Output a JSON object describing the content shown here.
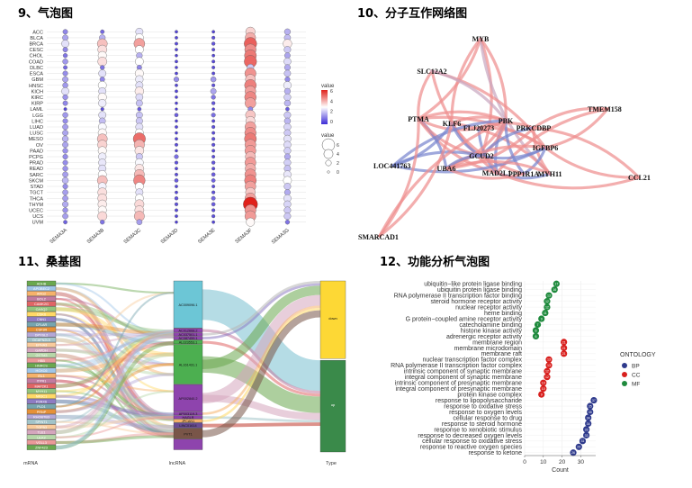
{
  "panels": {
    "p9": {
      "title": "9、气泡图"
    },
    "p10": {
      "title": "10、分子互作网络图"
    },
    "p11": {
      "title": "11、桑基图"
    },
    "p12": {
      "title": "12、功能分析气泡图"
    }
  },
  "colors": {
    "low": "#3c2bd6",
    "mid": "#ffffff",
    "high": "#e0211b",
    "sankey_top": "#fdd835",
    "sankey_bottom": "#3a8a4a",
    "lnc": "#6cc6d6"
  },
  "chart_data": [
    {
      "type": "scatter",
      "name_key": "bubble",
      "y_categories": [
        "ACC",
        "BLCA",
        "BRCA",
        "CESC",
        "CHOL",
        "COAD",
        "DLBC",
        "ESCA",
        "GBM",
        "HNSC",
        "KICH",
        "KIRC",
        "KIRP",
        "LAML",
        "LGG",
        "LIHC",
        "LUAD",
        "LUSC",
        "MESO",
        "OV",
        "PAAD",
        "PCPG",
        "PRAD",
        "READ",
        "SARC",
        "SKCM",
        "STAD",
        "TGCT",
        "THCA",
        "THYM",
        "UCEC",
        "UCS",
        "UVM"
      ],
      "x_categories": [
        "SEMA3A",
        "SEMA3B",
        "SEMA3C",
        "SEMA3D",
        "SEMA3E",
        "SEMA3F",
        "SEMA3G"
      ],
      "color_legend": {
        "title": "value",
        "ticks": [
          "6",
          "4",
          "2",
          "0"
        ]
      },
      "size_legend": {
        "title": "value",
        "ticks": [
          "6",
          "4",
          "2",
          "0"
        ]
      },
      "color_range": [
        0,
        7
      ],
      "values": [
        [
          1.5,
          1.0,
          3.0,
          0.4,
          0.4,
          4.2,
          2.2
        ],
        [
          2.0,
          2.2,
          3.5,
          0.4,
          0.6,
          4.8,
          2.4
        ],
        [
          3.0,
          4.5,
          5.0,
          0.5,
          0.7,
          6.0,
          3.8
        ],
        [
          1.5,
          4.0,
          3.5,
          0.4,
          0.5,
          5.3,
          2.6
        ],
        [
          1.2,
          3.6,
          2.2,
          0.3,
          0.4,
          5.6,
          2.0
        ],
        [
          1.8,
          4.0,
          3.5,
          0.4,
          0.5,
          5.9,
          2.9
        ],
        [
          1.0,
          1.2,
          1.5,
          0.3,
          0.5,
          2.6,
          2.1
        ],
        [
          1.6,
          3.0,
          3.6,
          0.4,
          0.5,
          5.2,
          2.5
        ],
        [
          2.0,
          1.5,
          3.2,
          1.6,
          1.8,
          4.5,
          1.6
        ],
        [
          1.8,
          3.5,
          3.0,
          0.4,
          0.6,
          5.5,
          3.2
        ],
        [
          3.0,
          3.0,
          3.8,
          0.4,
          2.0,
          5.0,
          2.2
        ],
        [
          1.7,
          3.6,
          2.9,
          0.3,
          1.2,
          5.4,
          2.7
        ],
        [
          1.5,
          3.2,
          2.5,
          0.3,
          0.7,
          5.0,
          2.3
        ],
        [
          0.5,
          0.6,
          0.8,
          0.2,
          0.3,
          1.5,
          0.8
        ],
        [
          1.8,
          3.0,
          2.5,
          0.8,
          1.1,
          4.4,
          2.6
        ],
        [
          1.6,
          2.4,
          2.6,
          0.3,
          0.5,
          4.1,
          2.3
        ],
        [
          1.9,
          3.4,
          3.0,
          0.4,
          0.6,
          5.0,
          2.8
        ],
        [
          2.0,
          3.6,
          3.5,
          0.3,
          0.5,
          5.3,
          2.6
        ],
        [
          2.2,
          4.5,
          5.8,
          0.4,
          0.6,
          5.6,
          3.0
        ],
        [
          2.0,
          4.2,
          4.7,
          0.5,
          0.6,
          5.1,
          2.9
        ],
        [
          1.7,
          3.6,
          3.9,
          0.3,
          0.5,
          5.1,
          2.7
        ],
        [
          1.6,
          3.2,
          2.6,
          1.1,
          0.5,
          4.6,
          2.1
        ],
        [
          1.6,
          3.1,
          3.4,
          0.6,
          0.7,
          5.1,
          2.7
        ],
        [
          1.7,
          3.0,
          3.9,
          0.4,
          0.5,
          4.8,
          2.5
        ],
        [
          1.9,
          3.5,
          4.6,
          0.5,
          0.8,
          5.2,
          3.1
        ],
        [
          2.3,
          4.5,
          5.4,
          0.8,
          0.9,
          5.5,
          3.5
        ],
        [
          1.6,
          3.3,
          3.5,
          0.4,
          0.5,
          5.0,
          2.6
        ],
        [
          1.9,
          4.0,
          3.0,
          0.4,
          0.6,
          4.4,
          2.1
        ],
        [
          1.9,
          4.0,
          3.5,
          0.7,
          1.0,
          5.0,
          3.0
        ],
        [
          2.1,
          3.8,
          4.1,
          0.6,
          0.8,
          7.0,
          2.8
        ],
        [
          1.7,
          3.6,
          4.0,
          0.5,
          0.6,
          5.2,
          2.6
        ],
        [
          1.9,
          4.1,
          4.6,
          0.4,
          0.6,
          5.1,
          2.6
        ],
        [
          0.9,
          1.2,
          1.9,
          0.3,
          0.4,
          3.6,
          1.2
        ]
      ]
    },
    {
      "type": "network",
      "name_key": "network",
      "nodes": [
        "MYB",
        "SLC12A2",
        "TMEM158",
        "PTMA",
        "KLF6",
        "FLJ20273",
        "PBK",
        "PRKCDBP",
        "IGFBP6",
        "GCUD2",
        "MAD2L1",
        "PPP1R1A",
        "MYH11",
        "LOC441763",
        "UBA6",
        "CCL21",
        "SMARCAD1"
      ],
      "edges": [
        [
          "MYB",
          "PTMA",
          "high"
        ],
        [
          "MYB",
          "KLF6",
          "high"
        ],
        [
          "MYB",
          "GCUD2",
          "high"
        ],
        [
          "MYB",
          "MYH11",
          "mid"
        ],
        [
          "MYB",
          "PBK",
          "high"
        ],
        [
          "SLC12A2",
          "PTMA",
          "high"
        ],
        [
          "SLC12A2",
          "IGFBP6",
          "high"
        ],
        [
          "SLC12A2",
          "MAD2L1",
          "high"
        ],
        [
          "SLC12A2",
          "PBK",
          "mid"
        ],
        [
          "TMEM158",
          "PRKCDBP",
          "high"
        ],
        [
          "TMEM158",
          "IGFBP6",
          "high"
        ],
        [
          "TMEM158",
          "MAD2L1",
          "high"
        ],
        [
          "PTMA",
          "PBK",
          "high"
        ],
        [
          "PTMA",
          "FLJ20273",
          "high"
        ],
        [
          "PTMA",
          "IGFBP6",
          "high"
        ],
        [
          "PTMA",
          "MAD2L1",
          "high"
        ],
        [
          "PTMA",
          "UBA6",
          "low"
        ],
        [
          "PTMA",
          "GCUD2",
          "high"
        ],
        [
          "KLF6",
          "PBK",
          "high"
        ],
        [
          "KLF6",
          "PPP1R1A",
          "high"
        ],
        [
          "KLF6",
          "MYH11",
          "high"
        ],
        [
          "KLF6",
          "GCUD2",
          "low"
        ],
        [
          "FLJ20273",
          "IGFBP6",
          "high"
        ],
        [
          "FLJ20273",
          "MAD2L1",
          "low"
        ],
        [
          "FLJ20273",
          "PRKCDBP",
          "high"
        ],
        [
          "PBK",
          "MAD2L1",
          "low"
        ],
        [
          "PBK",
          "UBA6",
          "high"
        ],
        [
          "PBK",
          "PPP1R1A",
          "low"
        ],
        [
          "PBK",
          "GCUD2",
          "high"
        ],
        [
          "PRKCDBP",
          "GCUD2",
          "low"
        ],
        [
          "PRKCDBP",
          "UBA6",
          "high"
        ],
        [
          "PRKCDBP",
          "MYH11",
          "high"
        ],
        [
          "IGFBP6",
          "GCUD2",
          "low"
        ],
        [
          "IGFBP6",
          "UBA6",
          "high"
        ],
        [
          "IGFBP6",
          "PPP1R1A",
          "low"
        ],
        [
          "GCUD2",
          "UBA6",
          "low"
        ],
        [
          "GCUD2",
          "MAD2L1",
          "high"
        ],
        [
          "MAD2L1",
          "MYH11",
          "low"
        ],
        [
          "LOC441763",
          "PBK",
          "low"
        ],
        [
          "LOC441763",
          "IGFBP6",
          "low"
        ],
        [
          "LOC441763",
          "GCUD2",
          "low"
        ],
        [
          "LOC441763",
          "KLF6",
          "low"
        ],
        [
          "UBA6",
          "MYH11",
          "high"
        ],
        [
          "UBA6",
          "PPP1R1A",
          "high"
        ],
        [
          "CCL21",
          "IGFBP6",
          "high"
        ],
        [
          "CCL21",
          "PRKCDBP",
          "high"
        ],
        [
          "CCL21",
          "MAD2L1",
          "high"
        ],
        [
          "SMARCAD1",
          "KLF6",
          "high"
        ],
        [
          "SMARCAD1",
          "PBK",
          "high"
        ],
        [
          "SMARCAD1",
          "PTMA",
          "high"
        ]
      ]
    },
    {
      "type": "sankey",
      "name_key": "sankey",
      "axis_labels": [
        "mRNA",
        "lncRNA",
        "Type"
      ],
      "mrna": [
        "ADHB",
        "APOBEC2",
        "ARG2",
        "BOL2",
        "CAMK2G",
        "CASQ2",
        "CDK6",
        "CNN1",
        "CFLAR",
        "CSF3R",
        "DPYSL2",
        "DCAFN2L5",
        "EPHA3",
        "GAPDH",
        "GSTM3",
        "HBB",
        "HNRCS",
        "HOXC6",
        "ISL1",
        "ITPR1",
        "MAP2K1",
        "MYH11",
        "NR3C1",
        "P2RX6",
        "PLD1",
        "PRNP",
        "RHOBTB3",
        "SPINT1",
        "TGFB3",
        "TLE1",
        "ULK2",
        "VGLL3",
        "ZNF423"
      ],
      "lnc": [
        "AC009096.1",
        "AC012668.2",
        "AC037501.1",
        "AC087459.1",
        "AL023553.1",
        "AL161431.1",
        "AP002840.2",
        "AP003119.3",
        "HAGLR",
        "JPCAN1",
        "LINC01614",
        "PVT1"
      ],
      "lnc_weights": [
        13,
        1.2,
        1,
        1,
        1.2,
        11,
        7.5,
        1,
        1,
        1,
        1.5,
        3,
        3
      ],
      "types": [
        "down",
        "up"
      ],
      "type_weights": [
        33,
        39
      ],
      "flows_to_type": [
        [
          0,
          1,
          13
        ],
        [
          1,
          1,
          1.2
        ],
        [
          2,
          0,
          1
        ],
        [
          3,
          0,
          1
        ],
        [
          4,
          1,
          1.2
        ],
        [
          5,
          0,
          4
        ],
        [
          5,
          1,
          7
        ],
        [
          6,
          0,
          4.5
        ],
        [
          6,
          1,
          3
        ],
        [
          7,
          0,
          1
        ],
        [
          8,
          1,
          1
        ],
        [
          9,
          0,
          1
        ],
        [
          10,
          1,
          1.5
        ],
        [
          11,
          0,
          3
        ]
      ]
    },
    {
      "type": "scatter",
      "name_key": "enrichment",
      "xlabel": "Count",
      "x_ticks": [
        0,
        10,
        20,
        30
      ],
      "xlim": [
        0,
        38
      ],
      "ylabel": "",
      "legend": {
        "title": "ONTOLOGY",
        "items": [
          {
            "label": "BP",
            "color": "#2e3a8c"
          },
          {
            "label": "CC",
            "color": "#d8201e"
          },
          {
            "label": "MF",
            "color": "#1f8a3d"
          }
        ]
      },
      "terms": [
        {
          "label": "ubiquitin−like protein ligase binding",
          "count": 17,
          "ont": "MF"
        },
        {
          "label": "ubiquitin protein ligase binding",
          "count": 16,
          "ont": "MF"
        },
        {
          "label": "RNA polymerase II transcription factor binding",
          "count": 13,
          "ont": "MF"
        },
        {
          "label": "steroid hormone receptor activity",
          "count": 12,
          "ont": "MF"
        },
        {
          "label": "nuclear receptor activity",
          "count": 12,
          "ont": "MF"
        },
        {
          "label": "heme binding",
          "count": 11,
          "ont": "MF"
        },
        {
          "label": "G protein−coupled amine receptor activity",
          "count": 9,
          "ont": "MF"
        },
        {
          "label": "catecholamine binding",
          "count": 7,
          "ont": "MF"
        },
        {
          "label": "histone kinase activity",
          "count": 6,
          "ont": "MF"
        },
        {
          "label": "adrenergic receptor activity",
          "count": 6,
          "ont": "MF"
        },
        {
          "label": "membrane region",
          "count": 21,
          "ont": "CC"
        },
        {
          "label": "membrane microdomain",
          "count": 21,
          "ont": "CC"
        },
        {
          "label": "membrane raft",
          "count": 21,
          "ont": "CC"
        },
        {
          "label": "nuclear transcription factor complex",
          "count": 13,
          "ont": "CC"
        },
        {
          "label": "RNA polymerase II transcription factor complex",
          "count": 13,
          "ont": "CC"
        },
        {
          "label": "intrinsic component of synaptic membrane",
          "count": 12,
          "ont": "CC"
        },
        {
          "label": "integral component of synaptic membrane",
          "count": 12,
          "ont": "CC"
        },
        {
          "label": "intrinsic component of presynaptic membrane",
          "count": 10,
          "ont": "CC"
        },
        {
          "label": "integral component of presynaptic membrane",
          "count": 10,
          "ont": "CC"
        },
        {
          "label": "protein kinase complex",
          "count": 9,
          "ont": "CC"
        },
        {
          "label": "response to lipopolysaccharide",
          "count": 37,
          "ont": "BP"
        },
        {
          "label": "response to oxidative stress",
          "count": 35,
          "ont": "BP"
        },
        {
          "label": "response to oxygen levels",
          "count": 35,
          "ont": "BP"
        },
        {
          "label": "cellular response to drug",
          "count": 34,
          "ont": "BP"
        },
        {
          "label": "response to steroid hormone",
          "count": 34,
          "ont": "BP"
        },
        {
          "label": "response to xenobiotic stimulus",
          "count": 33,
          "ont": "BP"
        },
        {
          "label": "response to decreased oxygen levels",
          "count": 33,
          "ont": "BP"
        },
        {
          "label": "cellular response to oxidative stress",
          "count": 31,
          "ont": "BP"
        },
        {
          "label": "response to reactive oxygen species",
          "count": 29,
          "ont": "BP"
        },
        {
          "label": "response to ketone",
          "count": 26,
          "ont": "BP"
        }
      ]
    }
  ]
}
